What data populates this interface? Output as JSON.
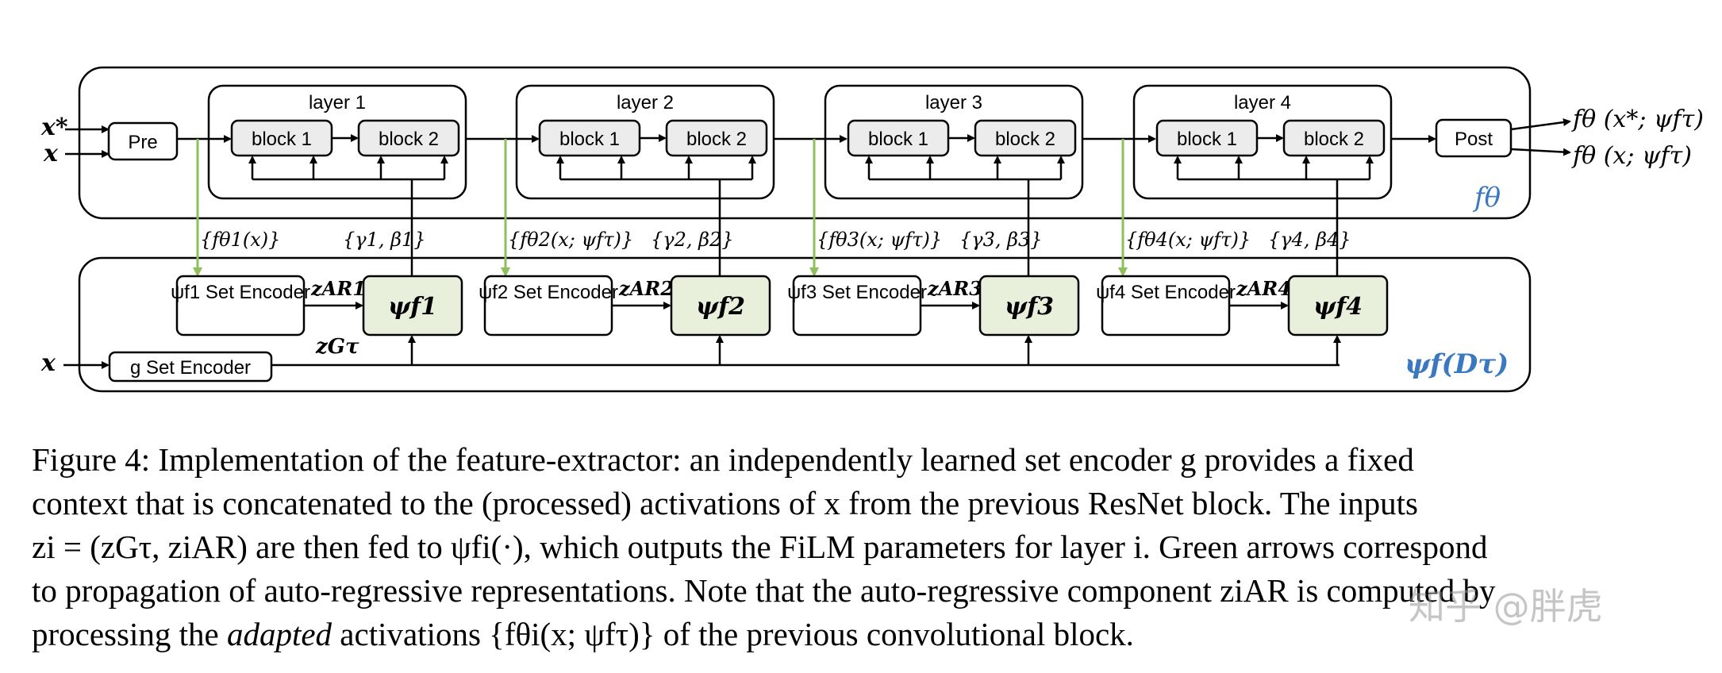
{
  "diagram": {
    "inputs": {
      "x_star": "x*",
      "x": "x",
      "x_bottom": "x"
    },
    "pre_label": "Pre",
    "post_label": "Post",
    "outputs": [
      "fθ (x*; ψfτ)",
      "fθ (x; ψfτ)"
    ],
    "f_theta_label": "fθ",
    "psi_label": "ψf(Dτ)",
    "g_encoder_label": "g Set Encoder",
    "z_g_label": "zGτ",
    "layers": [
      {
        "title": "layer 1",
        "block1": "block 1",
        "block2": "block 2",
        "feature": "{fθ1(x)}",
        "film": "{γ1, β1}",
        "encoder": "ψf1 Set Encoder",
        "z_ar": "zAR1",
        "psi": "ψf1"
      },
      {
        "title": "layer 2",
        "block1": "block 1",
        "block2": "block 2",
        "feature": "{fθ2(x; ψfτ)}",
        "film": "{γ2, β2}",
        "encoder": "ψf2 Set Encoder",
        "z_ar": "zAR2",
        "psi": "ψf2"
      },
      {
        "title": "layer 3",
        "block1": "block 1",
        "block2": "block 2",
        "feature": "{fθ3(x; ψfτ)}",
        "film": "{γ3, β3}",
        "encoder": "ψf3 Set Encoder",
        "z_ar": "zAR3",
        "psi": "ψf3"
      },
      {
        "title": "layer 4",
        "block1": "block 1",
        "block2": "block 2",
        "feature": "{fθ4(x; ψfτ)}",
        "film": "{γ4, β4}",
        "encoder": "ψf4 Set Encoder",
        "z_ar": "zAR4",
        "psi": "ψf4"
      }
    ],
    "colors": {
      "green_arrow": "#8dbf5a",
      "psi_fill": "#e8f0dc",
      "blue_label": "#3a78c0"
    }
  },
  "caption": {
    "line1": "Figure 4: Implementation of the feature-extractor: an independently learned set encoder g provides a fixed",
    "line2": "context that is concatenated to the (processed) activations of x from the previous ResNet block. The inputs",
    "line3": "zi = (zGτ, ziAR) are then fed to ψfi(·), which outputs the FiLM parameters for layer i. Green arrows correspond",
    "line4": "to propagation of auto-regressive representations. Note that the auto-regressive component ziAR is computed by",
    "line5a": "processing the",
    "line5b": "adapted",
    "line5c": "activations {fθi(x; ψfτ)} of the previous convolutional block."
  },
  "watermark": "知乎 @胖虎"
}
